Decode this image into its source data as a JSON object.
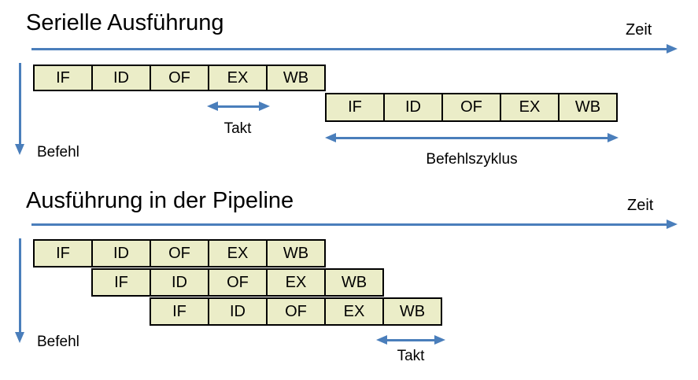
{
  "colors": {
    "arrow_blue": "#4a7ebb",
    "stage_fill": "#ebedc8",
    "stage_border": "#000000"
  },
  "serial": {
    "title": "Serielle Ausführung",
    "time_label": "Zeit",
    "instruction_axis_label": "Befehl",
    "clock_label": "Takt",
    "instruction_cycle_label": "Befehlszyklus",
    "stages": [
      "IF",
      "ID",
      "OF",
      "EX",
      "WB"
    ]
  },
  "pipeline": {
    "title": "Ausführung in der Pipeline",
    "time_label": "Zeit",
    "instruction_axis_label": "Befehl",
    "clock_label": "Takt",
    "stages": [
      "IF",
      "ID",
      "OF",
      "EX",
      "WB"
    ]
  }
}
